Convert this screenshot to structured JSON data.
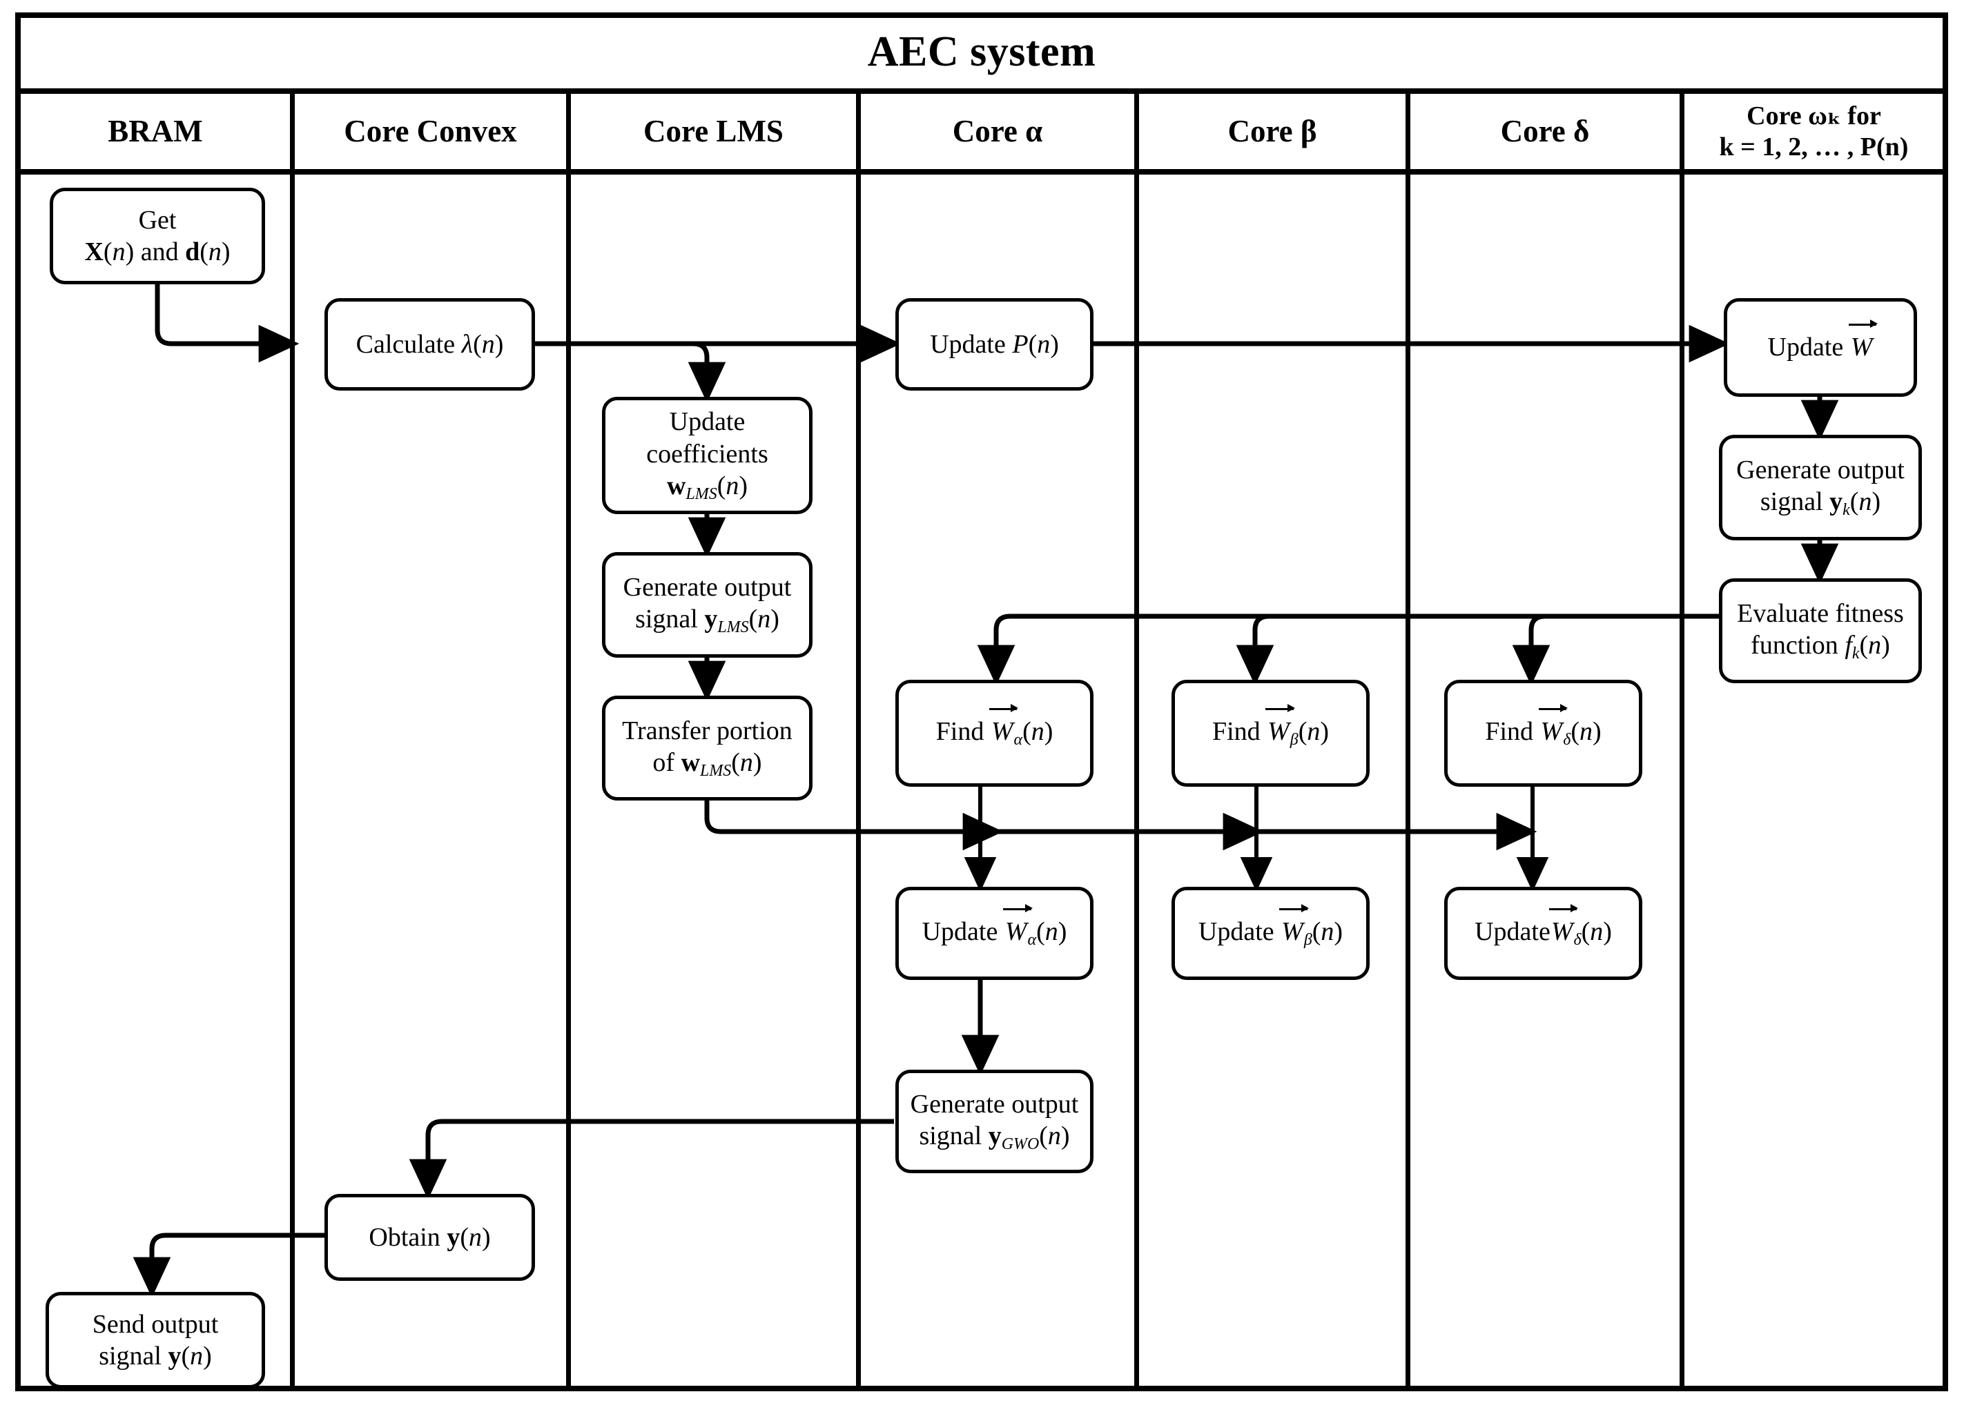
{
  "diagram": {
    "title": "AEC system",
    "type": "swimlane-flowchart",
    "columns": [
      {
        "id": "bram",
        "label": "BRAM"
      },
      {
        "id": "convex",
        "label": "Core Convex"
      },
      {
        "id": "lms",
        "label": "Core LMS"
      },
      {
        "id": "alpha",
        "label": "Core α"
      },
      {
        "id": "beta",
        "label": "Core β"
      },
      {
        "id": "delta",
        "label": "Core δ"
      },
      {
        "id": "omega",
        "label_line1": "Core ωₖ for",
        "label_line2": "k = 1, 2, … , P(n)"
      }
    ],
    "nodes": [
      {
        "id": "get-xd",
        "column": "bram",
        "line1": "Get",
        "line2": "X(n) and d(n)"
      },
      {
        "id": "send-output",
        "column": "bram",
        "line1": "Send output",
        "line2": "signal y(n)"
      },
      {
        "id": "calc-lambda",
        "column": "convex",
        "line1": "Calculate λ(n)"
      },
      {
        "id": "obtain-y",
        "column": "convex",
        "line1": "Obtain y(n)"
      },
      {
        "id": "update-coeff",
        "column": "lms",
        "line1": "Update",
        "line2": "coefficients",
        "line3": "w_LMS(n)"
      },
      {
        "id": "gen-y-lms",
        "column": "lms",
        "line1": "Generate output",
        "line2": "signal y_LMS(n)"
      },
      {
        "id": "transfer-portion",
        "column": "lms",
        "line1": "Transfer portion",
        "line2": "of w_LMS(n)"
      },
      {
        "id": "update-p",
        "column": "alpha",
        "line1": "Update P(n)"
      },
      {
        "id": "find-w-alpha",
        "column": "alpha",
        "line1": "Find W̅α(n)"
      },
      {
        "id": "update-w-alpha",
        "column": "alpha",
        "line1": "Update W̅α(n)"
      },
      {
        "id": "gen-y-gwo",
        "column": "alpha",
        "line1": "Generate output",
        "line2": "signal y_GWO(n)"
      },
      {
        "id": "find-w-beta",
        "column": "beta",
        "line1": "Find W̅β(n)"
      },
      {
        "id": "update-w-beta",
        "column": "beta",
        "line1": "Update W̅β(n)"
      },
      {
        "id": "find-w-delta",
        "column": "delta",
        "line1": "Find W̅δ(n)"
      },
      {
        "id": "update-w-delta",
        "column": "delta",
        "line1": "Update W̅δ(n)"
      },
      {
        "id": "update-w",
        "column": "omega",
        "line1": "Update W̅"
      },
      {
        "id": "gen-y-k",
        "column": "omega",
        "line1": "Generate output",
        "line2": "signal y_k(n)"
      },
      {
        "id": "eval-fitness",
        "column": "omega",
        "line1": "Evaluate fitness",
        "line2": "function f_k(n)"
      }
    ],
    "edges": [
      {
        "from": "get-xd",
        "to": "calc-lambda"
      },
      {
        "from": "calc-lambda",
        "to": "update-coeff"
      },
      {
        "from": "calc-lambda",
        "to": "update-p"
      },
      {
        "from": "update-coeff",
        "to": "gen-y-lms"
      },
      {
        "from": "gen-y-lms",
        "to": "transfer-portion"
      },
      {
        "from": "update-p",
        "to": "update-w"
      },
      {
        "from": "update-w",
        "to": "gen-y-k"
      },
      {
        "from": "gen-y-k",
        "to": "eval-fitness"
      },
      {
        "from": "eval-fitness",
        "to": "find-w-alpha"
      },
      {
        "from": "eval-fitness",
        "to": "find-w-beta"
      },
      {
        "from": "eval-fitness",
        "to": "find-w-delta"
      },
      {
        "from": "transfer-portion",
        "to": "update-w-alpha"
      },
      {
        "from": "transfer-portion",
        "to": "update-w-beta"
      },
      {
        "from": "transfer-portion",
        "to": "update-w-delta"
      },
      {
        "from": "find-w-alpha",
        "to": "update-w-alpha"
      },
      {
        "from": "find-w-beta",
        "to": "update-w-beta"
      },
      {
        "from": "find-w-delta",
        "to": "update-w-delta"
      },
      {
        "from": "update-w-alpha",
        "to": "gen-y-gwo"
      },
      {
        "from": "gen-y-gwo",
        "to": "obtain-y"
      },
      {
        "from": "obtain-y",
        "to": "send-output"
      }
    ],
    "colors": {
      "stroke": "#000000",
      "background": "#ffffff",
      "text": "#000000"
    }
  }
}
